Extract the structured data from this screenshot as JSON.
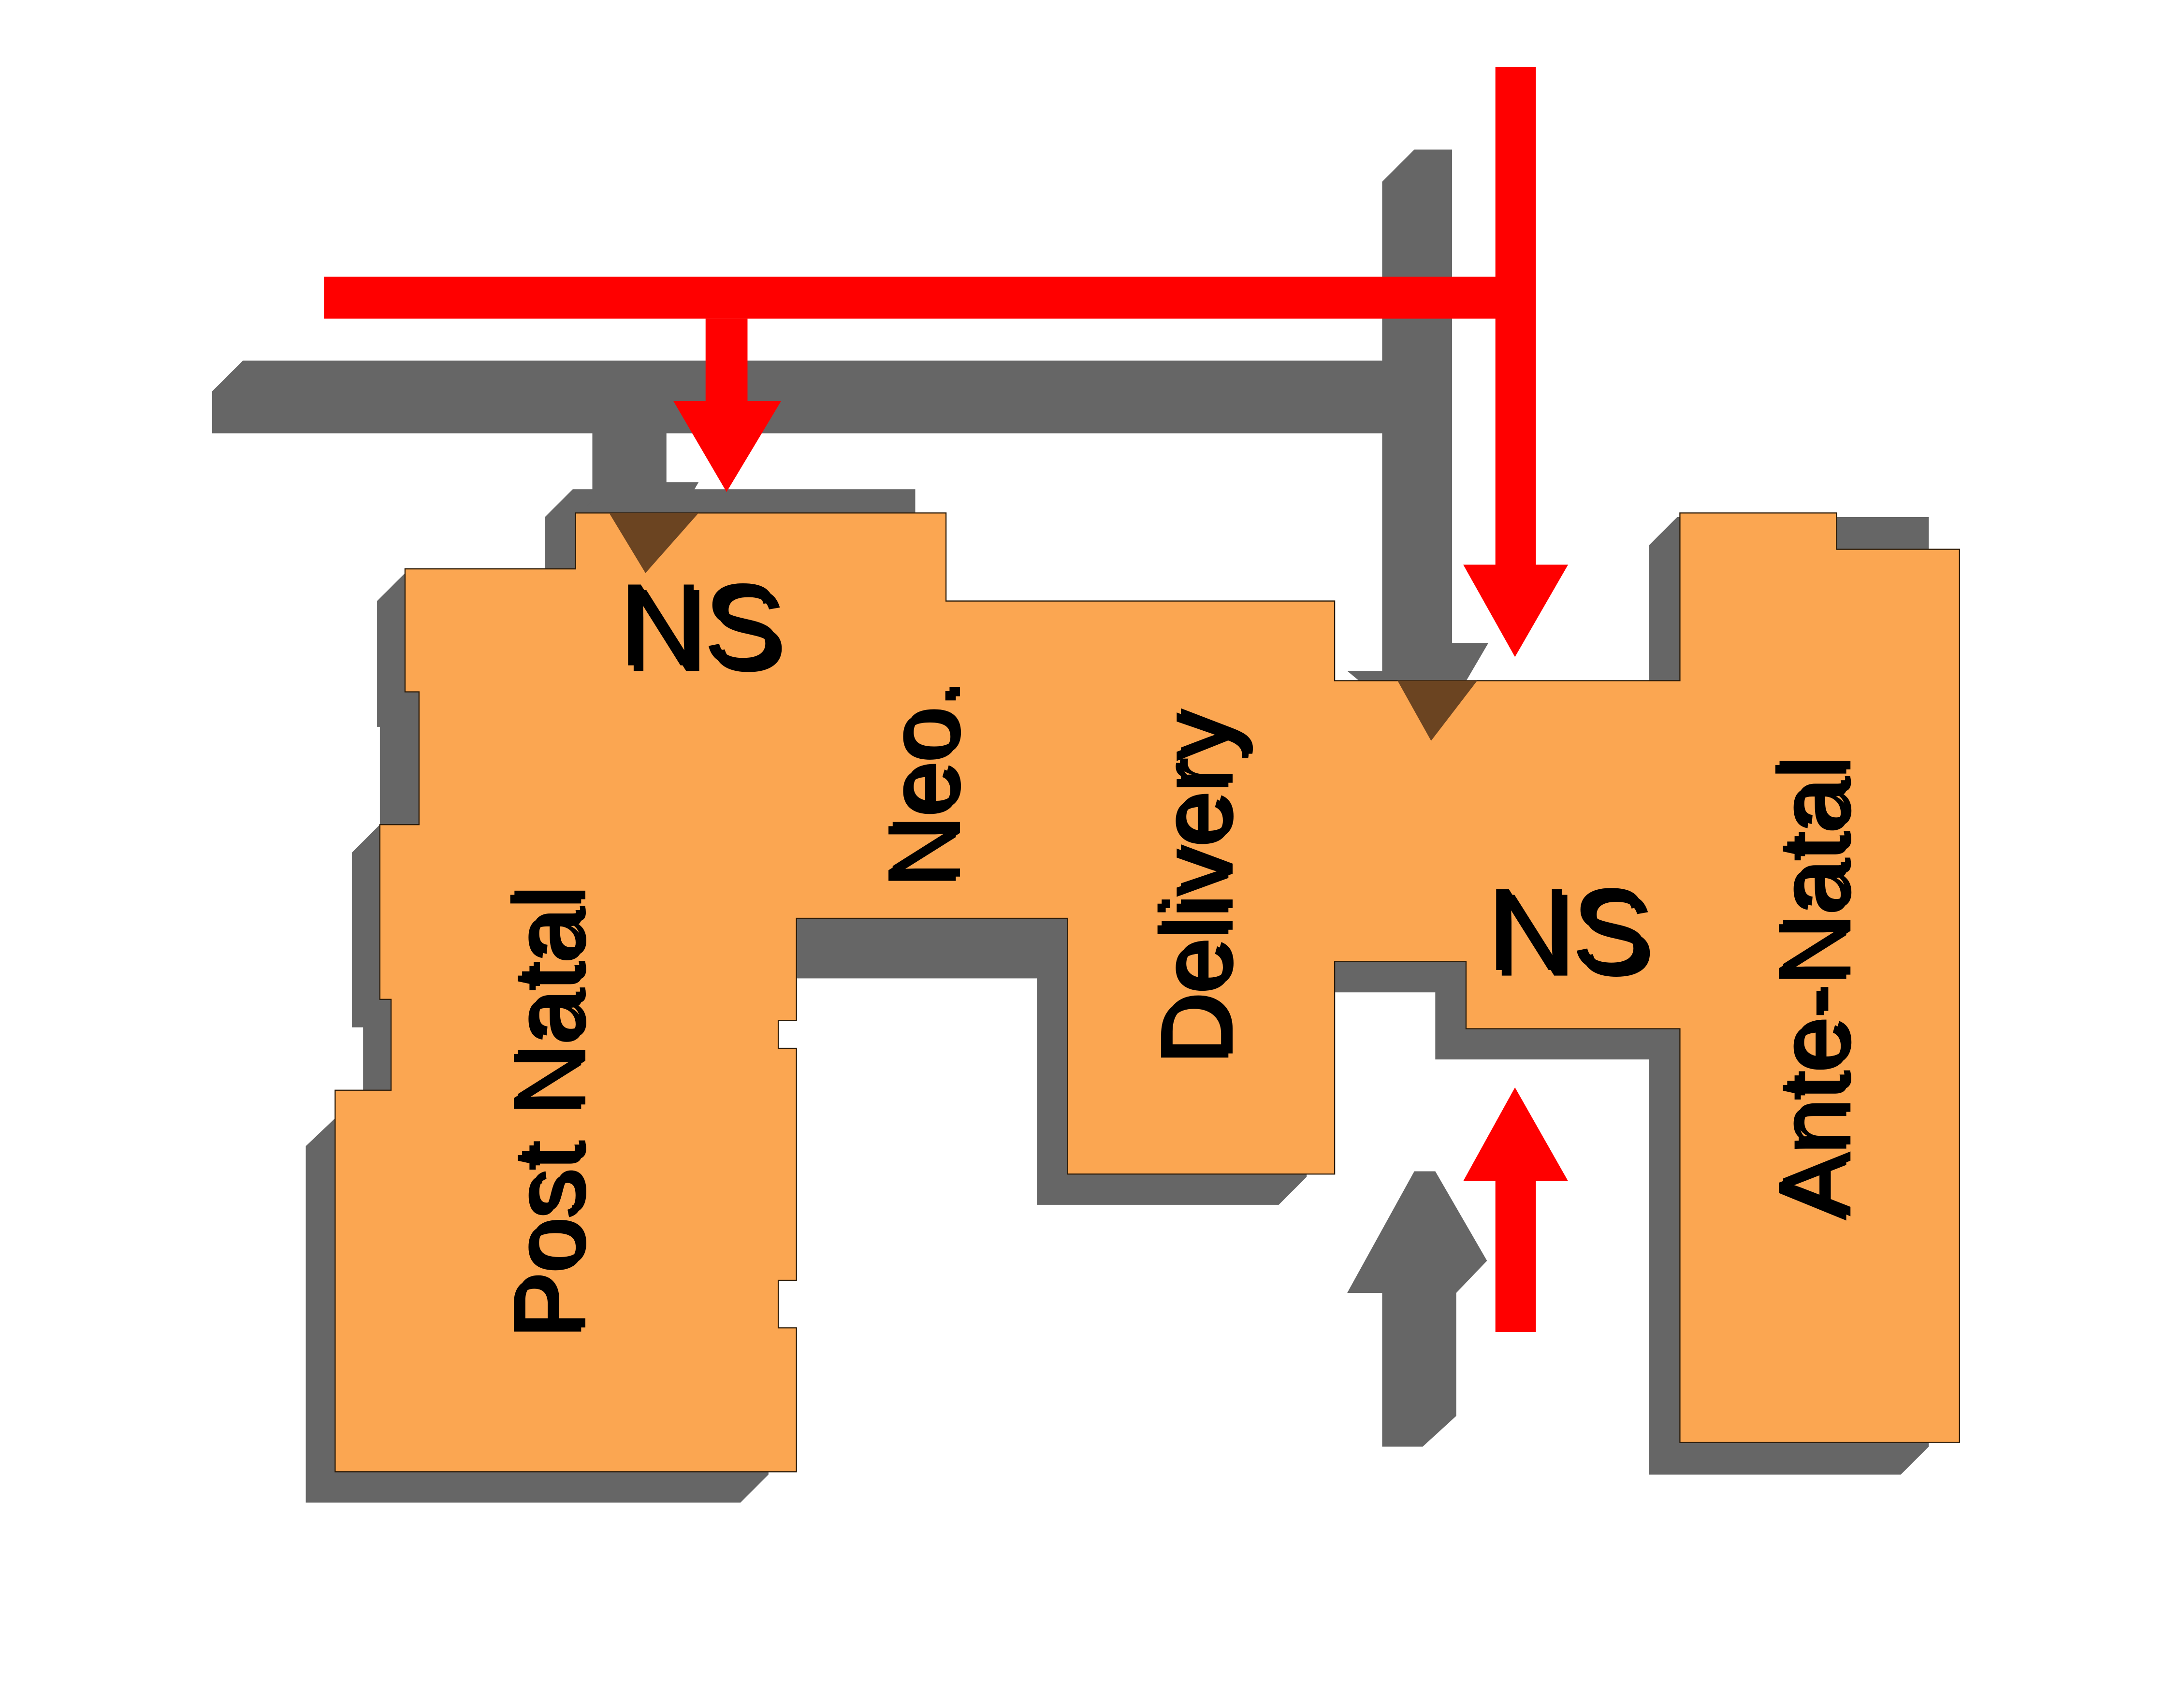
{
  "diagram": {
    "labels": {
      "ns_top": "NS",
      "ns_bottom": "NS",
      "neo": "Neo.",
      "delivery": "Delivery",
      "post_natal": "Post Natal",
      "ante_natal": "Ante-Natal"
    },
    "colors": {
      "floor_fill": "#FBA651",
      "wall_shadow": "#666666",
      "corridor_gray": "#666666",
      "arrow_red": "#FF0000",
      "overlap_brown": "#6B4421",
      "label_shadow": "#5A5A5A"
    }
  }
}
